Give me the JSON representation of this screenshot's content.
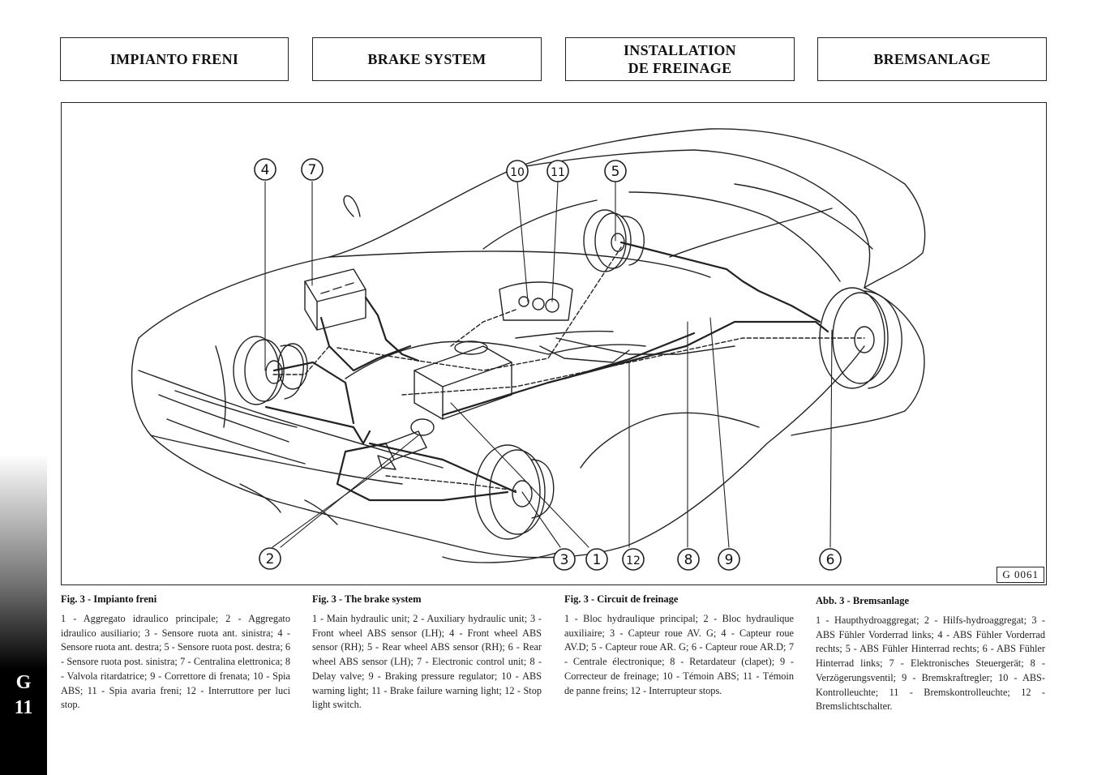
{
  "headers": [
    {
      "id": "h1",
      "text": "IMPIANTO FRENI"
    },
    {
      "id": "h2",
      "text": "BRAKE SYSTEM"
    },
    {
      "id": "h3",
      "text": "INSTALLATION\nDE FREINAGE"
    },
    {
      "id": "h4",
      "text": "BREMSANLAGE"
    }
  ],
  "figure": {
    "code": "G 0061",
    "callouts": [
      "1",
      "2",
      "3",
      "4",
      "5",
      "6",
      "7",
      "8",
      "9",
      "10",
      "11",
      "12"
    ]
  },
  "captions": [
    {
      "title": "Fig. 3 - Impianto freni",
      "body": "1 - Aggregato idraulico principale; 2 - Aggregato idraulico ausiliario; 3 - Sensore ruota ant. sinistra; 4 - Sensore ruota ant. destra; 5 - Sensore ruota post. destra; 6 - Sensore ruota post. sinistra; 7 - Centralina elettronica; 8 - Valvola ritardatrice; 9 - Correttore di frenata; 10 - Spia ABS; 11 - Spia avaria freni; 12 - Interruttore per luci stop."
    },
    {
      "title": "Fig. 3 - The brake system",
      "body": "1 - Main hydraulic unit; 2 - Auxiliary hydraulic unit; 3 - Front wheel ABS sensor (LH); 4 - Front wheel ABS sensor (RH); 5 - Rear wheel ABS sensor (RH); 6 - Rear wheel ABS sensor (LH); 7 - Electronic control unit; 8 - Delay valve; 9 - Braking pressure regulator; 10 - ABS warning light; 11 - Brake failure warning light; 12 - Stop light switch."
    },
    {
      "title": "Fig. 3 - Circuit de freinage",
      "body": "1 - Bloc hydraulique principal; 2 - Bloc hydraulique auxiliaire; 3 - Capteur roue AV. G; 4 - Capteur roue AV.D; 5 - Capteur roue AR. G; 6 - Capteur roue AR.D; 7 - Centrale électronique; 8 - Retardateur (clapet); 9 - Correcteur de freinage; 10 - Témoin ABS; 11 - Témoin de panne freins; 12 - Interrupteur stops."
    },
    {
      "title": "Abb. 3 - Bremsanlage",
      "body": "1 - Haupthydroaggregat; 2 - Hilfs-hydroaggregat; 3 - ABS Fühler Vorderrad links; 4 - ABS Fühler Vorderrad rechts; 5 - ABS Fühler Hinterrad rechts; 6 - ABS Fühler Hinterrad links; 7 - Elektronisches Steuergerät; 8 - Verzögerungsventil; 9 - Bremskraftregler; 10 - ABS-Kontrolleuchte; 11 - Bremskontrolleuchte; 12 - Bremslichtschalter."
    }
  ],
  "side_tab": {
    "letter": "G",
    "number": "11"
  }
}
